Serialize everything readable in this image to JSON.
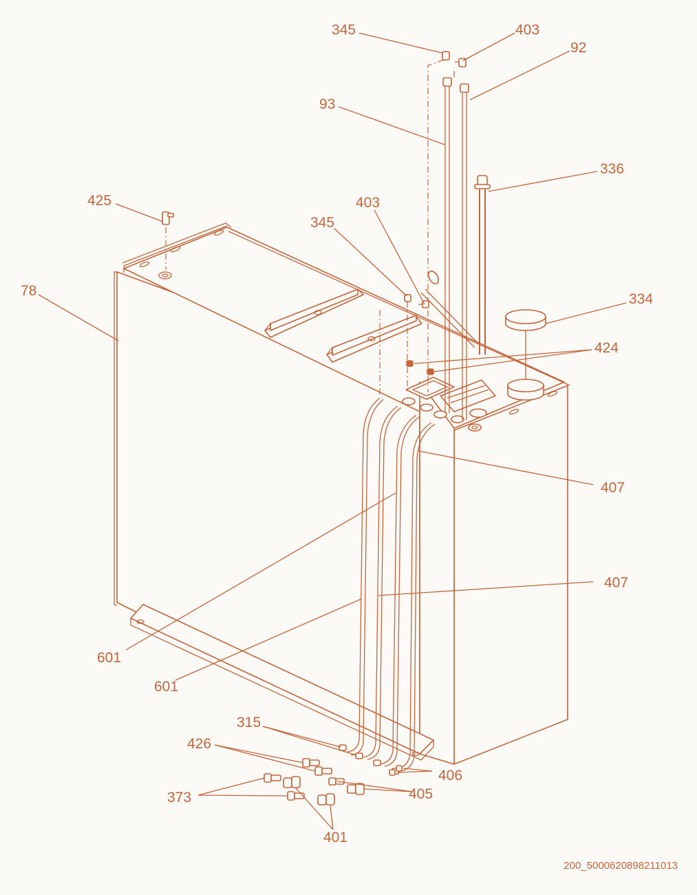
{
  "callouts": [
    {
      "id": "c-345-top",
      "text": "345"
    },
    {
      "id": "c-403-top",
      "text": "403"
    },
    {
      "id": "c-92",
      "text": "92"
    },
    {
      "id": "c-93",
      "text": "93"
    },
    {
      "id": "c-336",
      "text": "336"
    },
    {
      "id": "c-425",
      "text": "425"
    },
    {
      "id": "c-403-mid",
      "text": "403"
    },
    {
      "id": "c-345-mid",
      "text": "345"
    },
    {
      "id": "c-78",
      "text": "78"
    },
    {
      "id": "c-334",
      "text": "334"
    },
    {
      "id": "c-424",
      "text": "424"
    },
    {
      "id": "c-407-a",
      "text": "407"
    },
    {
      "id": "c-407-b",
      "text": "407"
    },
    {
      "id": "c-601-a",
      "text": "601"
    },
    {
      "id": "c-601-b",
      "text": "601"
    },
    {
      "id": "c-315",
      "text": "315"
    },
    {
      "id": "c-426",
      "text": "426"
    },
    {
      "id": "c-406",
      "text": "406"
    },
    {
      "id": "c-405",
      "text": "405"
    },
    {
      "id": "c-373",
      "text": "373"
    },
    {
      "id": "c-401",
      "text": "401"
    }
  ],
  "drawing_code": "200_5000620898211013",
  "colors": {
    "line": "#c4643a",
    "background": "#fbfaf7"
  }
}
